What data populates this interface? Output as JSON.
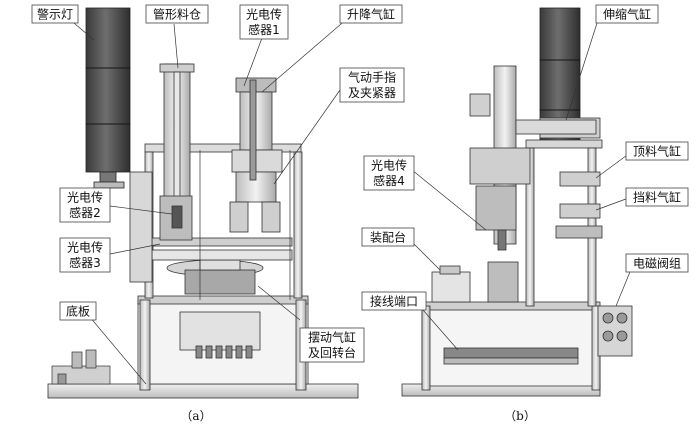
{
  "figure_a": {
    "caption": "（a）",
    "labels": {
      "warning_light": "警示灯",
      "tube_bin": "管形料仓",
      "photo_sensor_1": "光电传感器1",
      "lift_cylinder": "升降气缸",
      "gripper_clamp": "气动手指及夹紧器",
      "photo_sensor_2": "光电传感器2",
      "photo_sensor_3": "光电传感器3",
      "base_plate": "底板",
      "swing_cylinder_turntable": "摆动气缸及回转台"
    }
  },
  "figure_b": {
    "caption": "（b）",
    "labels": {
      "telescopic_cylinder": "伸缩气缸",
      "photo_sensor_4": "光电传感器4",
      "ejector_cylinder": "顶料气缸",
      "stopper_cylinder": "挡料气缸",
      "assembly_table": "装配台",
      "terminal_block": "接线端口",
      "solenoid_valve_group": "电磁阀组"
    }
  },
  "colors": {
    "warning_light": "#4a4a4a",
    "frame": "#d9d9d9",
    "base": "#e6e6e6",
    "outline": "#222222"
  }
}
